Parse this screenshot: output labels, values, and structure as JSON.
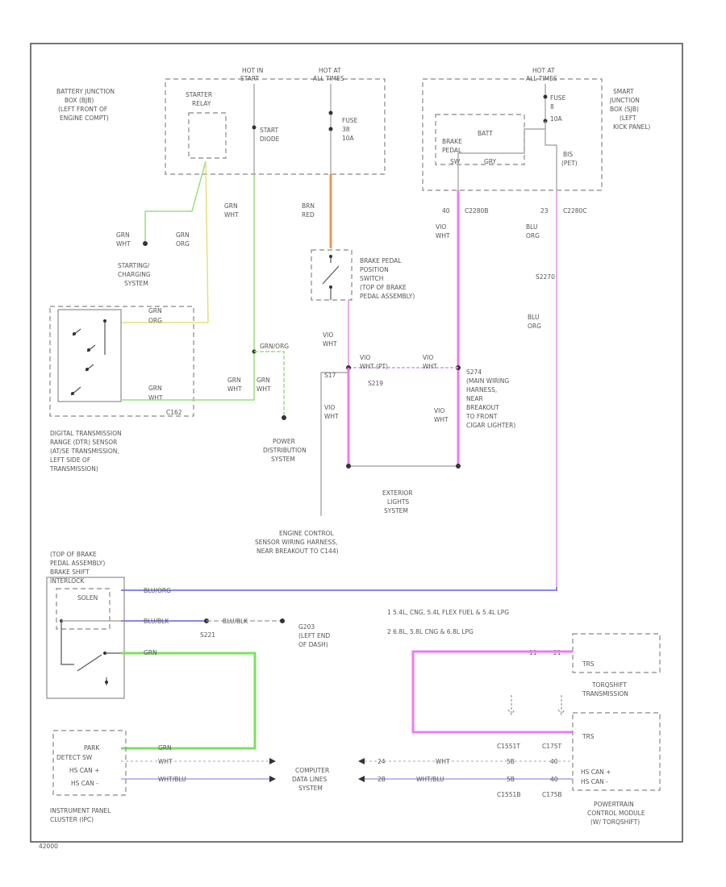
{
  "labels": {
    "hot_in_start": [
      "HOT IN",
      "START"
    ],
    "hot_at_all_times_1": [
      "HOT AT",
      "ALL TIMES"
    ],
    "hot_at_all_times_2": [
      "HOT AT",
      "ALL TIMES"
    ],
    "battery_junction_box": [
      "BATTERY JUNCTION",
      "BOX (BJB)",
      "(LEFT FRONT OF",
      "ENGINE COMPT)"
    ],
    "starter_relay": [
      "STARTER",
      "RELAY"
    ],
    "start_diode": [
      "START",
      "DIODE"
    ],
    "fuse_1": [
      "FUSE",
      "38",
      "10A"
    ],
    "smart_junction_box": [
      "SMART",
      "JUNCTION",
      "BOX (SJB)",
      "(LEFT",
      "KICK PANEL)"
    ],
    "fuse_2": [
      "FUSE",
      "8",
      "10A"
    ],
    "batt": "BATT",
    "brake_pedal": [
      "BRAKE",
      "PEDAL"
    ],
    "sw": "SW",
    "gry_sjb": "GRY",
    "bis_pet": [
      "BIS",
      "(PET)"
    ],
    "c2280b": "C2280B",
    "c2280c": "C2280C",
    "pin_40": "40",
    "pin_23": "23",
    "vio_wht_1": [
      "VIO",
      "WHT"
    ],
    "blu_org_1": [
      "BLU",
      "ORG"
    ],
    "s2270": "S2270",
    "blu_org_2": [
      "BLU",
      "ORG"
    ],
    "grn_wht_1": [
      "GRN",
      "WHT"
    ],
    "brn_red": [
      "BRN",
      "RED"
    ],
    "grn_wht_2": [
      "GRN",
      "WHT"
    ],
    "grn_org_1": [
      "GRN",
      "ORG"
    ],
    "starting_charging": [
      "STARTING/",
      "CHARGING",
      "SYSTEM"
    ],
    "brake_switch": [
      "BRAKE PEDAL",
      "POSITION",
      "SWITCH",
      "(TOP OF BRAKE",
      "PEDAL ASSEMBLY)"
    ],
    "vio_wht_2": [
      "VIO",
      "WHT"
    ],
    "grn_org_2": [
      "GRN",
      "ORG"
    ],
    "vio_wht_s219": [
      "VIO",
      "WHT (PT)"
    ],
    "vio_wht_3": [
      "VIO",
      "WHT"
    ],
    "s219": "S219",
    "s274_desc": [
      "S274",
      "(MAIN WIRING",
      "HARNESS,",
      "NEAR",
      "BREAKOUT",
      "TO FRONT",
      "CIGAR LIGHTER)"
    ],
    "vio_wht_4": [
      "VIO",
      "WHT"
    ],
    "grn_org_3": "GRN/ORG",
    "grn_wht_3": [
      "GRN",
      "WHT"
    ],
    "grn_wht_4": [
      "GRN",
      "WHT"
    ],
    "grn_wht_5": [
      "GRN",
      "WHT"
    ],
    "c162": "C162",
    "s17": "S17",
    "vio_wht_5": [
      "VIO",
      "WHT"
    ],
    "dtr_sensor": [
      "DIGITAL TRANSMISSION",
      "RANGE (DTR) SENSOR",
      "(AT/SE TRANSMISSION,",
      "LEFT SIDE OF",
      "TRANSMISSION)"
    ],
    "power_distribution": [
      "POWER",
      "DISTRIBUTION",
      "SYSTEM"
    ],
    "exterior_lights": [
      "EXTERIOR",
      "LIGHTS",
      "SYSTEM"
    ],
    "engine_control_sensor": [
      "ENGINE CONTROL",
      "SENSOR WIRING HARNESS,",
      "NEAR BREAKOUT TO C144)"
    ],
    "brake_shift_interlock": [
      "(TOP OF BRAKE",
      "PEDAL ASSEMBLY)",
      "BRAKE SHIFT",
      "INTERLOCK"
    ],
    "solenoid": "SOLEN",
    "blu_org_3": "BLU/ORG",
    "blu_blk_1": "BLU/BLK",
    "blu_blk_2": "BLU/BLK",
    "g203": [
      "G203",
      "(LEFT END",
      "OF DASH)"
    ],
    "s221": "S221",
    "grn_1": "GRN",
    "note_1": "1  5.4L, CNG, 5.4L FLEX FUEL & 5.4L LPG",
    "note_2": "2  6.8L, 5.8L CNG & 6.8L LPG",
    "trs_torqshift": "TRS",
    "torqshift_transmission": [
      "TORQSHIFT",
      "TRANSMISSION"
    ],
    "pin_21": "21",
    "pin_11": "11",
    "trs_pcm": "TRS",
    "hs_can_pcm": [
      "HS CAN +",
      "HS CAN -"
    ],
    "pcm": [
      "POWERTRAIN",
      "CONTROL MODULE",
      "(W/ TORQSHIFT)"
    ],
    "park_detect": [
      "PARK",
      "DETECT SW",
      "HS CAN +",
      "HS CAN -"
    ],
    "grn_2": "GRN",
    "wht_1": "WHT",
    "wht_blu_1": "WHT/BLU",
    "computer_data_lines": [
      "COMPUTER",
      "DATA LINES",
      "SYSTEM"
    ],
    "wht_2": "WHT",
    "wht_blu_2": "WHT/BLU",
    "c1551t": "C1551T",
    "c175t": "C175T",
    "c1551b": "C1551B",
    "c175b": "C175B",
    "pins_pcm_top": [
      "24",
      "5B",
      "40"
    ],
    "pins_pcm_bot": [
      "2B",
      "5B",
      "40"
    ],
    "ipc": [
      "INSTRUMENT PANEL",
      "CLUSTER (IPC)"
    ],
    "corner_code": "42000"
  }
}
